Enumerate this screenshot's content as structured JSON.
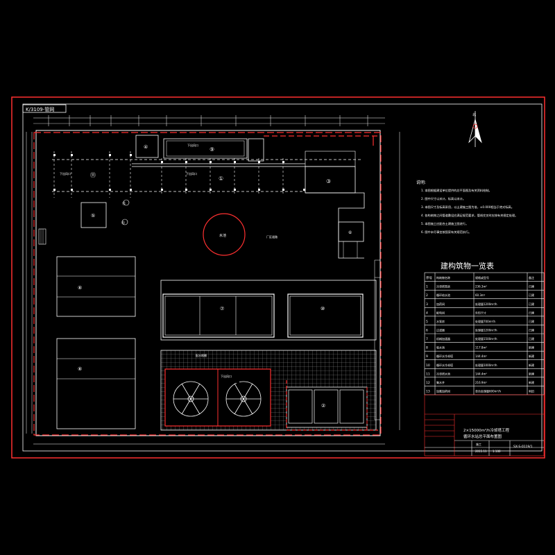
{
  "drawing": {
    "tag": "K/3109-管网",
    "north_label": "北",
    "pool_label": "水池",
    "road_label": "厂区道路",
    "grid_label": "配水格栅",
    "unit_label_a": "下出风口",
    "unit_label_b": "下出风口",
    "unit_label_c": "下出风口"
  },
  "notes": {
    "heading": "说明:",
    "items": [
      "1. 本图根据建设单位提供的总平面图及有关资料绘制。",
      "2. 图中尺寸以米计，标高以米计。",
      "3. 本图尺寸及标高采用，以土建施工图为准，±0.000相当于绝对标高。",
      "4. 各构筑物之间管道敷设应满足规范要求，管线交叉时应按有关规定处理。",
      "5. 本图施工应配合土建施工图进行。",
      "6. 图中未尽事宜按国家有关规范执行。"
    ]
  },
  "table": {
    "title": "建构筑物一览表",
    "headers": [
      "序号",
      "构筑物名称",
      "规格或型号",
      "备注"
    ],
    "rows": [
      [
        "1",
        "冷却塔泵房",
        "236.3m²",
        "已建"
      ],
      [
        "2",
        "循环给水池",
        "60.3m²",
        "已建"
      ],
      [
        "3",
        "加药间",
        "处理量1200m³/h",
        "已建"
      ],
      [
        "4",
        "配电间",
        "外形尺寸",
        "已建"
      ],
      [
        "5",
        "水泵房",
        "处理量700m³/h",
        "已建"
      ],
      [
        "6",
        "过滤器",
        "处理量1200m³/h",
        "已建"
      ],
      [
        "7",
        "机械加速器",
        "处理量1500m³/h",
        "已建"
      ],
      [
        "8",
        "吸水池",
        "117.8m²",
        "新建"
      ],
      [
        "9",
        "循环水冷却塔",
        "144.4m²",
        "新建"
      ],
      [
        "10",
        "循环水冷却塔",
        "处理量1000m³/h",
        "新建"
      ],
      [
        "11",
        "冷却塔水池",
        "144.4m²",
        "新建"
      ],
      [
        "12",
        "集水井",
        "216.9m²",
        "新建"
      ],
      [
        "13",
        "加氯加药间",
        "单台处理量600m³/h",
        "利旧"
      ]
    ]
  },
  "title_block": {
    "project": "2×15000m³/h冷却塔工程",
    "drawing_name": "循环水站总平面布置图",
    "drawing_no": "SX-S-0119/1",
    "scale": "1:100",
    "phase": "施工",
    "date": "2015.11"
  },
  "zone_numbers": [
    "①",
    "②",
    "③",
    "④",
    "⑤",
    "⑥",
    "⑦",
    "⑧",
    "⑨",
    "⑩",
    "⑪",
    "⑫",
    "⑬"
  ]
}
